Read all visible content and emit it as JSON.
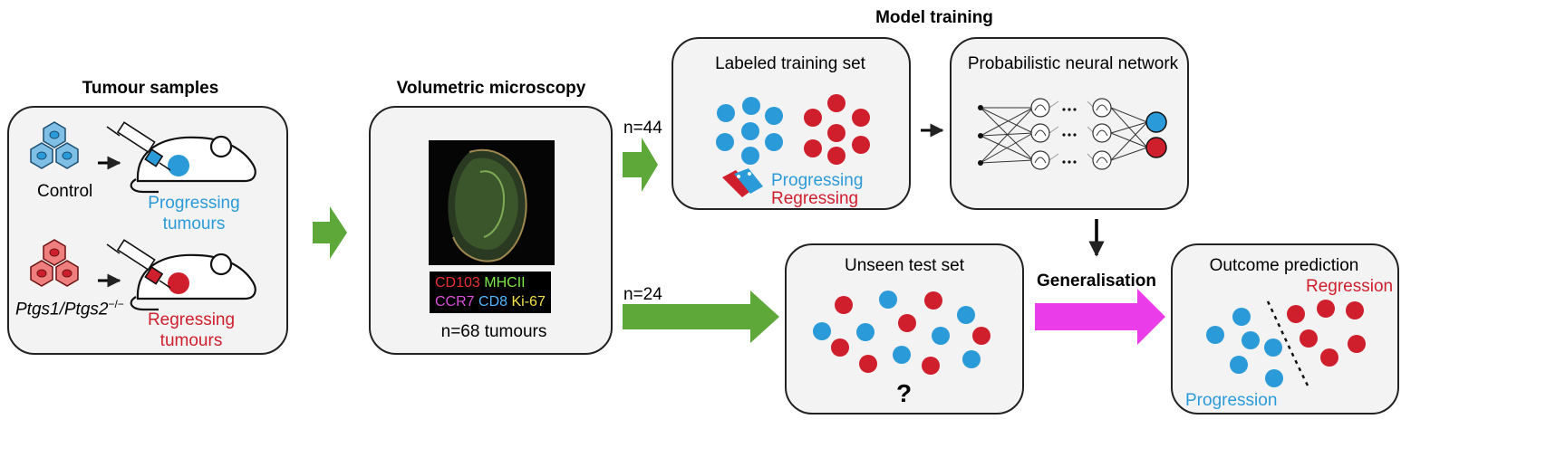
{
  "colors": {
    "blue": "#2b9ad8",
    "red": "#cf1f2d",
    "green": "#5ea83a",
    "magenta": "#ea3ce8",
    "box_bg": "#f3f3f3"
  },
  "panel1": {
    "title": "Tumour samples",
    "control_label": "Control",
    "ptgs_label": "Ptgs1/Ptgs2",
    "ptgs_superscript": "−/−",
    "progressing_label": [
      "Progressing",
      "tumours"
    ],
    "regressing_label": [
      "Regressing",
      "tumours"
    ]
  },
  "panel2": {
    "title": "Volumetric microscopy",
    "legend_row1": [
      "CD103",
      "MHCII"
    ],
    "legend_row2": [
      "CCR7",
      "CD8",
      "Ki-67"
    ],
    "legend_colors": {
      "CD103": "#e8323a",
      "MHCII": "#7ee84a",
      "CCR7": "#d94fd9",
      "CD8": "#4fb6ff",
      "Ki-67": "#f2e24a"
    },
    "count": "n=68 tumours"
  },
  "flow": {
    "n_train": "n=44",
    "n_test": "n=24",
    "generalisation": "Generalisation"
  },
  "model_training": {
    "title": "Model training",
    "training_set_title": "Labeled training set",
    "progressing_tag": "Progressing",
    "regressing_tag": "Regressing",
    "network_title": "Probabilistic neural network",
    "ellipsis": "⋯"
  },
  "test_set": {
    "title": "Unseen test set",
    "question": "?"
  },
  "outcome": {
    "title": "Outcome prediction",
    "regression": "Regression",
    "progression": "Progression"
  }
}
